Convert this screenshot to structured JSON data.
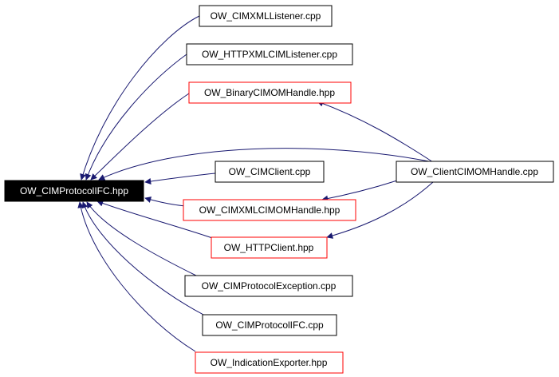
{
  "diagram": {
    "root": {
      "label": "OW_CIMProtocolIFC.hpp",
      "fill": "#000000",
      "text_color": "#ffffff"
    },
    "nodes": [
      {
        "id": "n1",
        "label": "OW_CIMXMLListener.cpp",
        "border": "#000000"
      },
      {
        "id": "n2",
        "label": "OW_HTTPXMLCIMListener.cpp",
        "border": "#000000"
      },
      {
        "id": "n3",
        "label": "OW_BinaryCIMOMHandle.hpp",
        "border": "#ff0000"
      },
      {
        "id": "n4",
        "label": "OW_CIMClient.cpp",
        "border": "#000000"
      },
      {
        "id": "n5",
        "label": "OW_CIMXMLCIMOMHandle.hpp",
        "border": "#ff0000"
      },
      {
        "id": "n6",
        "label": "OW_HTTPClient.hpp",
        "border": "#ff0000"
      },
      {
        "id": "n7",
        "label": "OW_CIMProtocolException.cpp",
        "border": "#000000"
      },
      {
        "id": "n8",
        "label": "OW_CIMProtocolIFC.cpp",
        "border": "#000000"
      },
      {
        "id": "n9",
        "label": "OW_IndicationExporter.hpp",
        "border": "#ff0000"
      },
      {
        "id": "n10",
        "label": "OW_ClientCIMOMHandle.cpp",
        "border": "#000000"
      }
    ],
    "edges": [
      {
        "from": "n1",
        "to": "root"
      },
      {
        "from": "n2",
        "to": "root"
      },
      {
        "from": "n3",
        "to": "root"
      },
      {
        "from": "n10",
        "to": "root"
      },
      {
        "from": "n4",
        "to": "root"
      },
      {
        "from": "n5",
        "to": "root"
      },
      {
        "from": "n6",
        "to": "root"
      },
      {
        "from": "n7",
        "to": "root"
      },
      {
        "from": "n8",
        "to": "root"
      },
      {
        "from": "n9",
        "to": "root"
      },
      {
        "from": "n10",
        "to": "n3"
      },
      {
        "from": "n10",
        "to": "n5"
      },
      {
        "from": "n10",
        "to": "n6"
      }
    ],
    "edge_color": "#191970"
  }
}
